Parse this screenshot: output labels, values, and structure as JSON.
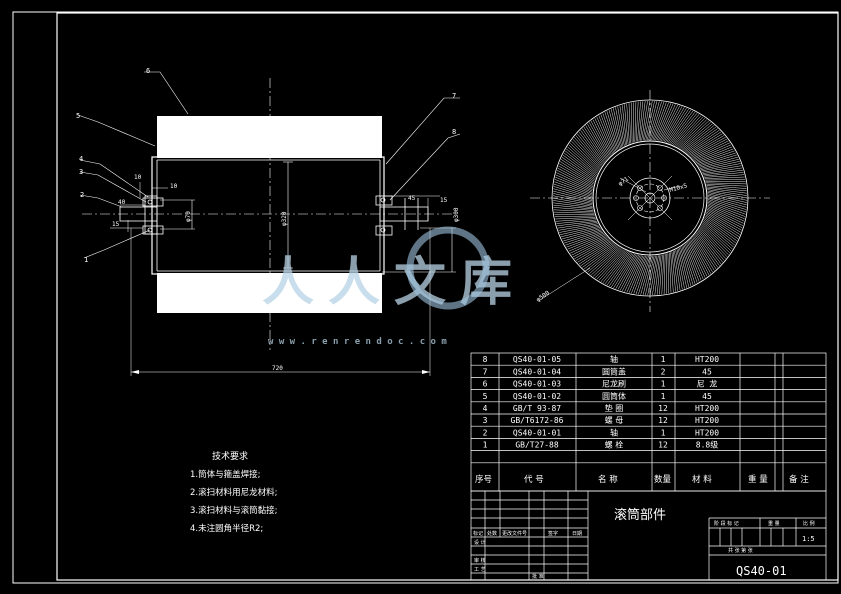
{
  "part_labels": [
    "1",
    "2",
    "3",
    "4",
    "5",
    "6",
    "7",
    "8"
  ],
  "dimensions": {
    "left_10a": "10",
    "left_10b": "10",
    "left_40": "40",
    "left_15": "15",
    "left_phi": "φ70",
    "main_phi": "φ320",
    "right_45": "45",
    "right_15": "15",
    "right_phi": "φ300",
    "length": "720",
    "end_phi": "φ71",
    "end_thread": "M10x5",
    "outer_phi": "φ500"
  },
  "watermark": {
    "text": "人人文库",
    "url": "w w w . r e n r e n d o c . c o m"
  },
  "notes": {
    "title": "技术要求",
    "items": [
      "1.筒体与箍盖焊接;",
      "2.滚扫材料用尼龙材料;",
      "3.滚扫材料与滚筒黏接;",
      "4.未注圆角半径R2;"
    ]
  },
  "bom": {
    "rows": [
      {
        "seq": "8",
        "code": "QS40-01-05",
        "name": "轴",
        "qty": "1",
        "mat": "HT200"
      },
      {
        "seq": "7",
        "code": "QS40-01-04",
        "name": "圆筒盖",
        "qty": "2",
        "mat": "45"
      },
      {
        "seq": "6",
        "code": "QS40-01-03",
        "name": "尼龙刷",
        "qty": "1",
        "mat": "尼 龙"
      },
      {
        "seq": "5",
        "code": "QS40-01-02",
        "name": "圆筒体",
        "qty": "1",
        "mat": "45"
      },
      {
        "seq": "4",
        "code": "GB/T 93-87",
        "name": "垫 圈",
        "qty": "12",
        "mat": "HT200"
      },
      {
        "seq": "3",
        "code": "GB/T6172-86",
        "name": "螺 母",
        "qty": "12",
        "mat": "HT200"
      },
      {
        "seq": "2",
        "code": "QS40-01-01",
        "name": "轴",
        "qty": "1",
        "mat": "HT200"
      },
      {
        "seq": "1",
        "code": "GB/T27-88",
        "name": "螺 栓",
        "qty": "12",
        "mat": "8.8级"
      }
    ],
    "header": {
      "seq": "序号",
      "code": "代 号",
      "name": "名 称",
      "qty": "数量",
      "mat": "材 料",
      "weight": "重 量",
      "remark": "备 注"
    }
  },
  "title_block": {
    "name": "滚筒部件",
    "drawing_no": "QS40-01",
    "scale": "1:5",
    "small_labels": [
      "标记",
      "处数",
      "更改文件号",
      "签字",
      "日期",
      "设 计",
      "审 核",
      "工 艺",
      "批 准"
    ],
    "right_labels": [
      "阶 段 标 记",
      "重 量",
      "比 例",
      "共 张 第 张"
    ]
  }
}
